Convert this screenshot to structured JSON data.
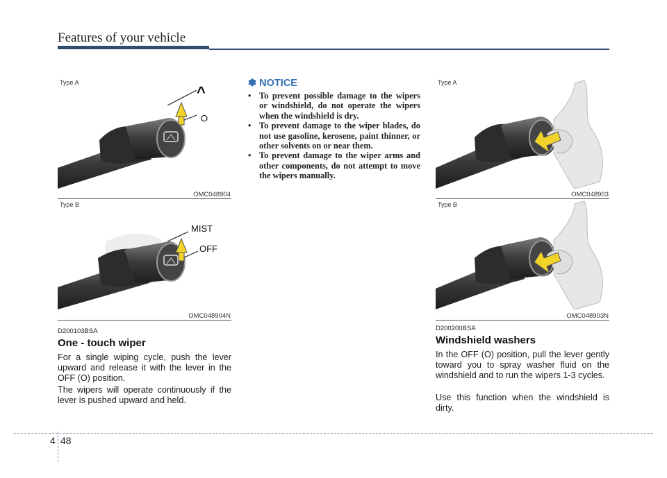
{
  "header": {
    "title": "Features of your vehicle"
  },
  "figures": {
    "top_left": {
      "type_label": "Type A",
      "code": "OMC048904",
      "callouts": {
        "up": "^",
        "position": "O"
      }
    },
    "bottom_left": {
      "type_label": "Type B",
      "code": "OMC048904N",
      "callouts": {
        "up": "MIST",
        "position": "OFF"
      }
    },
    "top_right": {
      "type_label": "Type A",
      "code": "OMC048903"
    },
    "bottom_right": {
      "type_label": "Type B",
      "code": "OMC048903N"
    }
  },
  "one_touch": {
    "code": "D200103BSA",
    "title": "One - touch wiper",
    "paragraphs": [
      "For a single wiping cycle, push the lever upward and release it with the lever in the OFF (O) position.",
      "The wipers will operate continuously if the lever is pushed upward and held."
    ]
  },
  "notice": {
    "title": "✽ NOTICE",
    "bullet": "•",
    "items": [
      "To prevent possible damage to the wipers or windshield, do not operate the wipers when the windshield is dry.",
      "To prevent damage to the wiper blades, do not use gasoline, kerosene, paint thinner, or other solvents on or near them.",
      "To prevent damage to the wiper arms and other components, do not attempt to move the wipers manually."
    ]
  },
  "washers": {
    "code": "D200200BSA",
    "title": "Windshield washers",
    "paragraphs": [
      "In the OFF (O) position, pull the lever gently toward you to spray washer fluid on the windshield and to run the wipers 1-3 cycles.",
      "Use this function when the windshield is dirty."
    ]
  },
  "footer": {
    "chapter": "4",
    "page": "48"
  },
  "colors": {
    "accent": "#2f4d6e",
    "notice": "#2f6fb4",
    "arrow": "#f2d32a"
  }
}
